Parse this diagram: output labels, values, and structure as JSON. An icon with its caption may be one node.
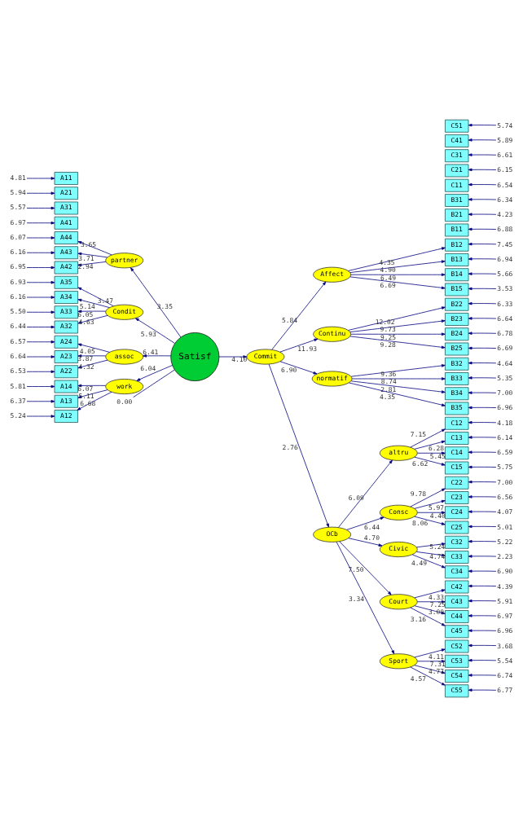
{
  "diagram": {
    "nodes": [
      {
        "text": [
          "Satisf"
        ]
      },
      {
        "text": [
          "partner"
        ]
      },
      {
        "text": [
          "Condit"
        ]
      },
      {
        "text": [
          "assoc"
        ]
      },
      {
        "text": [
          "work"
        ]
      },
      {
        "text": [
          "Commit"
        ]
      },
      {
        "text": [
          "Affect"
        ]
      },
      {
        "text": [
          "Continu"
        ]
      },
      {
        "text": [
          "normatif"
        ]
      },
      {
        "text": [
          "OCb"
        ]
      },
      {
        "text": [
          "altru"
        ]
      },
      {
        "text": [
          "Consc"
        ]
      },
      {
        "text": [
          "Civic"
        ]
      },
      {
        "text": [
          "Court"
        ]
      },
      {
        "text": [
          "Sport"
        ]
      },
      {
        "text": [
          "A44"
        ]
      },
      {
        "text": [
          "A43"
        ]
      },
      {
        "text": [
          "A42"
        ]
      },
      {
        "text": [
          "A41"
        ]
      },
      {
        "text": [
          "A35"
        ]
      },
      {
        "text": [
          "A34"
        ]
      },
      {
        "text": [
          "A33"
        ]
      },
      {
        "text": [
          "A32"
        ]
      },
      {
        "text": [
          "A31"
        ]
      },
      {
        "text": [
          "A24"
        ]
      },
      {
        "text": [
          "A23"
        ]
      },
      {
        "text": [
          "A22"
        ]
      },
      {
        "text": [
          "A21"
        ]
      },
      {
        "text": [
          "A14"
        ]
      },
      {
        "text": [
          "A13"
        ]
      },
      {
        "text": [
          "A12"
        ]
      },
      {
        "text": [
          "A11"
        ]
      },
      {
        "text": [
          "B11"
        ]
      },
      {
        "text": [
          "B12"
        ]
      },
      {
        "text": [
          "B13"
        ]
      },
      {
        "text": [
          "B14"
        ]
      },
      {
        "text": [
          "B15"
        ]
      },
      {
        "text": [
          "B21"
        ]
      },
      {
        "text": [
          "B22"
        ]
      },
      {
        "text": [
          "B23"
        ]
      },
      {
        "text": [
          "B24"
        ]
      },
      {
        "text": [
          "B25"
        ]
      },
      {
        "text": [
          "B31"
        ]
      },
      {
        "text": [
          "B32"
        ]
      },
      {
        "text": [
          "B33"
        ]
      },
      {
        "text": [
          "B34"
        ]
      },
      {
        "text": [
          "B35"
        ]
      },
      {
        "text": [
          "C11"
        ]
      },
      {
        "text": [
          "C12"
        ]
      },
      {
        "text": [
          "C13"
        ]
      },
      {
        "text": [
          "C14"
        ]
      },
      {
        "text": [
          "C15"
        ]
      },
      {
        "text": [
          "C21"
        ]
      },
      {
        "text": [
          "C22"
        ]
      },
      {
        "text": [
          "C23"
        ]
      },
      {
        "text": [
          "C24"
        ]
      },
      {
        "text": [
          "C25"
        ]
      },
      {
        "text": [
          "C31"
        ]
      },
      {
        "text": [
          "C32"
        ]
      },
      {
        "text": [
          "C33"
        ]
      },
      {
        "text": [
          "C34"
        ]
      },
      {
        "text": [
          "C41"
        ]
      },
      {
        "text": [
          "C42"
        ]
      },
      {
        "text": [
          "C43"
        ]
      },
      {
        "text": [
          "C44"
        ]
      },
      {
        "text": [
          "C45"
        ]
      },
      {
        "text": [
          "C51"
        ]
      },
      {
        "text": [
          "C52"
        ]
      },
      {
        "text": [
          "C53"
        ]
      },
      {
        "text": [
          "C54"
        ]
      },
      {
        "text": [
          "C55"
        ]
      },
      {
        "text": [
          "6.07"
        ]
      },
      {
        "text": [
          "6.16"
        ]
      },
      {
        "text": [
          "6.95"
        ]
      },
      {
        "text": [
          "6.97"
        ]
      },
      {
        "text": [
          "6.93"
        ]
      },
      {
        "text": [
          "6.16"
        ]
      },
      {
        "text": [
          "5.50"
        ]
      },
      {
        "text": [
          "6.44"
        ]
      },
      {
        "text": [
          "5.57"
        ]
      },
      {
        "text": [
          "6.57"
        ]
      },
      {
        "text": [
          "6.64"
        ]
      },
      {
        "text": [
          "6.53"
        ]
      },
      {
        "text": [
          "5.94"
        ]
      },
      {
        "text": [
          "5.81"
        ]
      },
      {
        "text": [
          "6.37"
        ]
      },
      {
        "text": [
          "5.24"
        ]
      },
      {
        "text": [
          "4.81"
        ]
      },
      {
        "text": [
          "6.88"
        ]
      },
      {
        "text": [
          "7.45"
        ]
      },
      {
        "text": [
          "6.94"
        ]
      },
      {
        "text": [
          "5.66"
        ]
      },
      {
        "text": [
          "3.53"
        ]
      },
      {
        "text": [
          "4.23"
        ]
      },
      {
        "text": [
          "6.33"
        ]
      },
      {
        "text": [
          "6.64"
        ]
      },
      {
        "text": [
          "6.78"
        ]
      },
      {
        "text": [
          "6.69"
        ]
      },
      {
        "text": [
          "6.34"
        ]
      },
      {
        "text": [
          "4.64"
        ]
      },
      {
        "text": [
          "5.35"
        ]
      },
      {
        "text": [
          "7.00"
        ]
      },
      {
        "text": [
          "6.96"
        ]
      },
      {
        "text": [
          "6.54"
        ]
      },
      {
        "text": [
          "4.18"
        ]
      },
      {
        "text": [
          "6.14"
        ]
      },
      {
        "text": [
          "6.59"
        ]
      },
      {
        "text": [
          "5.75"
        ]
      },
      {
        "text": [
          "6.15"
        ]
      },
      {
        "text": [
          "7.00"
        ]
      },
      {
        "text": [
          "6.56"
        ]
      },
      {
        "text": [
          "4.07"
        ]
      },
      {
        "text": [
          "5.01"
        ]
      },
      {
        "text": [
          "6.61"
        ]
      },
      {
        "text": [
          "5.22"
        ]
      },
      {
        "text": [
          "2.23"
        ]
      },
      {
        "text": [
          "6.90"
        ]
      },
      {
        "text": [
          "5.89"
        ]
      },
      {
        "text": [
          "4.39"
        ]
      },
      {
        "text": [
          "5.91"
        ]
      },
      {
        "text": [
          "6.97"
        ]
      },
      {
        "text": [
          "6.96"
        ]
      },
      {
        "text": [
          "5.74"
        ]
      },
      {
        "text": [
          "3.68"
        ]
      },
      {
        "text": [
          "5.54"
        ]
      },
      {
        "text": [
          "6.74"
        ]
      },
      {
        "text": [
          "6.77"
        ]
      },
      {
        "text": [
          "0.00"
        ]
      }
    ],
    "edges": [
      {
        "from": 0,
        "to": 1,
        "arrow": "to",
        "label": "3.35"
      },
      {
        "from": 0,
        "to": 2,
        "arrow": "to",
        "label": "5.93"
      },
      {
        "from": 0,
        "to": 3,
        "arrow": "to",
        "label": "6.41"
      },
      {
        "from": 0,
        "to": 4,
        "arrow": "to",
        "label": "6.04"
      },
      {
        "from": 0,
        "to": 5,
        "arrow": "to",
        "label": "4.10"
      },
      {
        "from": 127,
        "to": 0,
        "arrow": "none"
      },
      {
        "from": 1,
        "to": 15,
        "arrow": "to",
        "label": "3.65"
      },
      {
        "from": 1,
        "to": 16,
        "arrow": "to",
        "label": "3.71"
      },
      {
        "from": 1,
        "to": 17,
        "arrow": "to",
        "label": "2.94"
      },
      {
        "from": 2,
        "to": 19,
        "arrow": "to",
        "label": "3.47"
      },
      {
        "from": 2,
        "to": 20,
        "arrow": "to",
        "label": "5.14"
      },
      {
        "from": 2,
        "to": 21,
        "arrow": "to",
        "label": "6.05"
      },
      {
        "from": 2,
        "to": 22,
        "arrow": "to",
        "label": "4.63"
      },
      {
        "from": 3,
        "to": 24,
        "arrow": "to",
        "label": "4.05"
      },
      {
        "from": 3,
        "to": 25,
        "arrow": "to",
        "label": "3.87"
      },
      {
        "from": 3,
        "to": 26,
        "arrow": "to",
        "label": "4.32"
      },
      {
        "from": 4,
        "to": 28,
        "arrow": "to",
        "label": "6.07"
      },
      {
        "from": 4,
        "to": 29,
        "arrow": "to",
        "label": "5.11"
      },
      {
        "from": 4,
        "to": 30,
        "arrow": "to",
        "label": "6.68"
      },
      {
        "from": 5,
        "to": 6,
        "arrow": "to",
        "label": "5.84"
      },
      {
        "from": 5,
        "to": 7,
        "arrow": "to",
        "label": "11.93"
      },
      {
        "from": 5,
        "to": 8,
        "arrow": "to",
        "label": "6.90"
      },
      {
        "from": 5,
        "to": 9,
        "arrow": "to",
        "label": "2.76"
      },
      {
        "from": 6,
        "to": 33,
        "arrow": "to",
        "label": "4.35"
      },
      {
        "from": 6,
        "to": 34,
        "arrow": "to",
        "label": "4.90"
      },
      {
        "from": 6,
        "to": 35,
        "arrow": "to",
        "label": "6.49"
      },
      {
        "from": 6,
        "to": 36,
        "arrow": "to",
        "label": "6.69"
      },
      {
        "from": 7,
        "to": 38,
        "arrow": "to",
        "label": "12.02"
      },
      {
        "from": 7,
        "to": 39,
        "arrow": "to",
        "label": "9.73"
      },
      {
        "from": 7,
        "to": 40,
        "arrow": "to",
        "label": "9.25"
      },
      {
        "from": 7,
        "to": 41,
        "arrow": "to",
        "label": "9.28"
      },
      {
        "from": 8,
        "to": 43,
        "arrow": "to",
        "label": "9.36"
      },
      {
        "from": 8,
        "to": 44,
        "arrow": "to",
        "label": "8.74"
      },
      {
        "from": 8,
        "to": 45,
        "arrow": "to",
        "label": "2.81"
      },
      {
        "from": 8,
        "to": 46,
        "arrow": "to",
        "label": "4.35"
      },
      {
        "from": 9,
        "to": 10,
        "arrow": "to",
        "label": "6.09"
      },
      {
        "from": 9,
        "to": 11,
        "arrow": "to",
        "label": "6.44"
      },
      {
        "from": 9,
        "to": 12,
        "arrow": "to",
        "label": "4.70"
      },
      {
        "from": 9,
        "to": 13,
        "arrow": "to",
        "label": "7.50"
      },
      {
        "from": 9,
        "to": 14,
        "arrow": "to",
        "label": "3.34"
      },
      {
        "from": 10,
        "to": 48,
        "arrow": "to",
        "label": "7.15"
      },
      {
        "from": 10,
        "to": 49,
        "arrow": "to",
        "label": "6.28"
      },
      {
        "from": 10,
        "to": 50,
        "arrow": "to",
        "label": "5.45"
      },
      {
        "from": 10,
        "to": 51,
        "arrow": "to",
        "label": "6.62"
      },
      {
        "from": 11,
        "to": 53,
        "arrow": "to",
        "label": "9.78"
      },
      {
        "from": 11,
        "to": 54,
        "arrow": "to",
        "label": "5.97"
      },
      {
        "from": 11,
        "to": 55,
        "arrow": "to",
        "label": "4.40"
      },
      {
        "from": 11,
        "to": 56,
        "arrow": "to",
        "label": "8.06"
      },
      {
        "from": 12,
        "to": 58,
        "arrow": "to",
        "label": "5.24"
      },
      {
        "from": 12,
        "to": 59,
        "arrow": "to",
        "label": "4.74"
      },
      {
        "from": 12,
        "to": 60,
        "arrow": "to",
        "label": "4.49"
      },
      {
        "from": 13,
        "to": 62,
        "arrow": "to",
        "label": "4.33"
      },
      {
        "from": 13,
        "to": 63,
        "arrow": "to",
        "label": "7.25"
      },
      {
        "from": 13,
        "to": 64,
        "arrow": "to",
        "label": "3.00"
      },
      {
        "from": 13,
        "to": 65,
        "arrow": "to",
        "label": "3.16"
      },
      {
        "from": 14,
        "to": 67,
        "arrow": "to",
        "label": "4.11"
      },
      {
        "from": 14,
        "to": 68,
        "arrow": "to",
        "label": "7.31"
      },
      {
        "from": 14,
        "to": 69,
        "arrow": "to",
        "label": "4.77"
      },
      {
        "from": 14,
        "to": 70,
        "arrow": "to",
        "label": "4.57"
      },
      {
        "from": 71,
        "to": 15,
        "arrow": "to"
      },
      {
        "from": 72,
        "to": 16,
        "arrow": "to"
      },
      {
        "from": 73,
        "to": 17,
        "arrow": "to"
      },
      {
        "from": 74,
        "to": 18,
        "arrow": "to"
      },
      {
        "from": 75,
        "to": 19,
        "arrow": "to"
      },
      {
        "from": 76,
        "to": 20,
        "arrow": "to"
      },
      {
        "from": 77,
        "to": 21,
        "arrow": "to"
      },
      {
        "from": 78,
        "to": 22,
        "arrow": "to"
      },
      {
        "from": 79,
        "to": 23,
        "arrow": "to"
      },
      {
        "from": 80,
        "to": 24,
        "arrow": "to"
      },
      {
        "from": 81,
        "to": 25,
        "arrow": "to"
      },
      {
        "from": 82,
        "to": 26,
        "arrow": "to"
      },
      {
        "from": 83,
        "to": 27,
        "arrow": "to"
      },
      {
        "from": 84,
        "to": 28,
        "arrow": "to"
      },
      {
        "from": 85,
        "to": 29,
        "arrow": "to"
      },
      {
        "from": 86,
        "to": 30,
        "arrow": "to"
      },
      {
        "from": 87,
        "to": 31,
        "arrow": "to"
      },
      {
        "from": 88,
        "to": 32,
        "arrow": "to"
      },
      {
        "from": 89,
        "to": 33,
        "arrow": "to"
      },
      {
        "from": 90,
        "to": 34,
        "arrow": "to"
      },
      {
        "from": 91,
        "to": 35,
        "arrow": "to"
      },
      {
        "from": 92,
        "to": 36,
        "arrow": "to"
      },
      {
        "from": 93,
        "to": 37,
        "arrow": "to"
      },
      {
        "from": 94,
        "to": 38,
        "arrow": "to"
      },
      {
        "from": 95,
        "to": 39,
        "arrow": "to"
      },
      {
        "from": 96,
        "to": 40,
        "arrow": "to"
      },
      {
        "from": 97,
        "to": 41,
        "arrow": "to"
      },
      {
        "from": 98,
        "to": 42,
        "arrow": "to"
      },
      {
        "from": 99,
        "to": 43,
        "arrow": "to"
      },
      {
        "from": 100,
        "to": 44,
        "arrow": "to"
      },
      {
        "from": 101,
        "to": 45,
        "arrow": "to"
      },
      {
        "from": 102,
        "to": 46,
        "arrow": "to"
      },
      {
        "from": 103,
        "to": 47,
        "arrow": "to"
      },
      {
        "from": 104,
        "to": 48,
        "arrow": "to"
      },
      {
        "from": 105,
        "to": 49,
        "arrow": "to"
      },
      {
        "from": 106,
        "to": 50,
        "arrow": "to"
      },
      {
        "from": 107,
        "to": 51,
        "arrow": "to"
      },
      {
        "from": 108,
        "to": 52,
        "arrow": "to"
      },
      {
        "from": 109,
        "to": 53,
        "arrow": "to"
      },
      {
        "from": 110,
        "to": 54,
        "arrow": "to"
      },
      {
        "from": 111,
        "to": 55,
        "arrow": "to"
      },
      {
        "from": 112,
        "to": 56,
        "arrow": "to"
      },
      {
        "from": 113,
        "to": 57,
        "arrow": "to"
      },
      {
        "from": 114,
        "to": 58,
        "arrow": "to"
      },
      {
        "from": 115,
        "to": 59,
        "arrow": "to"
      },
      {
        "from": 116,
        "to": 60,
        "arrow": "to"
      },
      {
        "from": 117,
        "to": 61,
        "arrow": "to"
      },
      {
        "from": 118,
        "to": 62,
        "arrow": "to"
      },
      {
        "from": 119,
        "to": 63,
        "arrow": "to"
      },
      {
        "from": 120,
        "to": 64,
        "arrow": "to"
      },
      {
        "from": 121,
        "to": 65,
        "arrow": "to"
      },
      {
        "from": 122,
        "to": 66,
        "arrow": "to"
      },
      {
        "from": 123,
        "to": 67,
        "arrow": "to"
      },
      {
        "from": 124,
        "to": 68,
        "arrow": "to"
      },
      {
        "from": 125,
        "to": 69,
        "arrow": "to"
      },
      {
        "from": 126,
        "to": 70,
        "arrow": "to"
      }
    ]
  }
}
